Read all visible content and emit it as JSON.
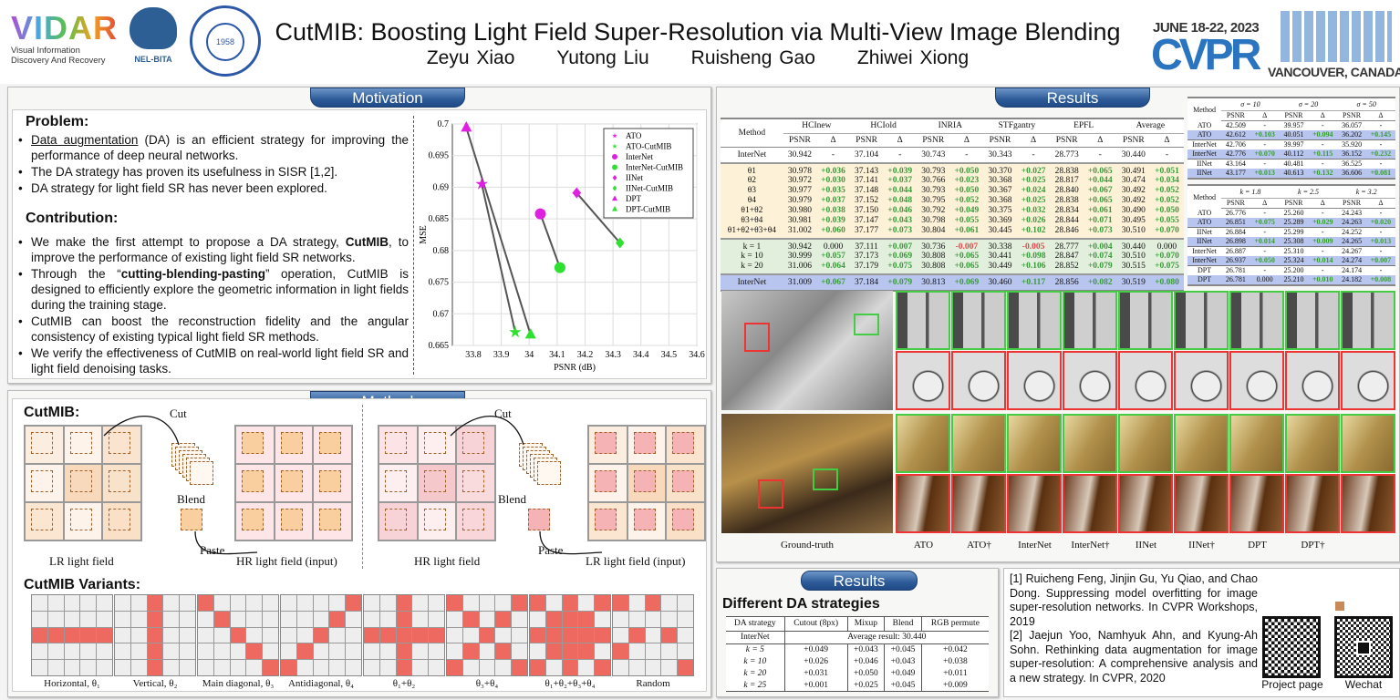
{
  "header": {
    "title": "CutMIB: Boosting Light Field Super-Resolution via Multi-View Image Blending",
    "authors": [
      "Zeyu Xiao",
      "Yutong Liu",
      "Ruisheng Gao",
      "Zhiwei Xiong"
    ],
    "vidar_logo": "VIDAR",
    "vidar_sub1": "Visual Information",
    "vidar_sub2": "Discovery And Recovery",
    "nel_logo": "NEL-BITA",
    "ustc_year": "1958",
    "cvpr_date": "JUNE 18-22, 2023",
    "cvpr_logo": "CVPR",
    "cvpr_place": "VANCOUVER, CANADA"
  },
  "motivation": {
    "banner": "Motivation",
    "problem_title": "Problem:",
    "problem": [
      "Data augmentation (DA) is an efficient strategy for improving the performance of deep neural networks.",
      "The DA strategy has proven its usefulness in SISR [1,2].",
      "DA strategy for light field SR has never been explored."
    ],
    "contribution_title": "Contribution:",
    "contribution": [
      "We make the first attempt to propose a DA strategy, CutMIB, to improve the performance of existing light field SR networks.",
      "Through the “cutting-blending-pasting” operation, CutMIB is designed to efficiently explore the geometric information in light fields during the training stage.",
      "CutMIB can boost the reconstruction fidelity and the angular consistency of existing typical light field SR methods.",
      "We verify the effectiveness of CutMIB on real-world light field SR and light field denoising tasks."
    ]
  },
  "chart_data": {
    "type": "scatter",
    "xlabel": "PSNR (dB)",
    "ylabel": "MSE",
    "xlim": [
      33.725,
      34.6
    ],
    "ylim": [
      0.665,
      0.7
    ],
    "xticks": [
      33.8,
      33.9,
      34,
      34.1,
      34.2,
      34.3,
      34.4,
      34.5,
      34.6
    ],
    "yticks": [
      0.665,
      0.67,
      0.675,
      0.68,
      0.685,
      0.69,
      0.695,
      0.7
    ],
    "grid": true,
    "legend": "top-right",
    "series": [
      {
        "name": "ATO",
        "marker": "star",
        "color": "#e020e0",
        "x": 33.83,
        "y": 0.6905
      },
      {
        "name": "ATO-CutMIB",
        "marker": "star",
        "color": "#30e030",
        "x": 33.95,
        "y": 0.6671
      },
      {
        "name": "InterNet",
        "marker": "circle",
        "color": "#e020e0",
        "x": 34.04,
        "y": 0.6858
      },
      {
        "name": "InterNet-CutMIB",
        "marker": "circle",
        "color": "#30e030",
        "x": 34.11,
        "y": 0.6773
      },
      {
        "name": "IINet",
        "marker": "diamond",
        "color": "#e020e0",
        "x": 34.17,
        "y": 0.6891
      },
      {
        "name": "IINet-CutMIB",
        "marker": "diamond",
        "color": "#30e030",
        "x": 34.325,
        "y": 0.6812
      },
      {
        "name": "DPT",
        "marker": "triangle",
        "color": "#e020e0",
        "x": 33.775,
        "y": 0.6994
      },
      {
        "name": "DPT-CutMIB",
        "marker": "triangle",
        "color": "#30e030",
        "x": 34.005,
        "y": 0.6667
      }
    ],
    "links": [
      [
        0,
        1
      ],
      [
        2,
        3
      ],
      [
        4,
        5
      ],
      [
        6,
        7
      ]
    ]
  },
  "method": {
    "banner": "Method",
    "cutmib_title": "CutMIB:",
    "cut": "Cut",
    "blend": "Blend",
    "paste": "Paste",
    "lr_label": "LR light field",
    "hr_input_label": "HR light field (input)",
    "hr_label": "HR light field",
    "lr_input_label": "LR light field (input)",
    "variants_title": "CutMIB Variants:",
    "variants": [
      {
        "label": "Horizontal, θ₁",
        "cells": [
          10,
          11,
          12,
          13,
          14
        ]
      },
      {
        "label": "Vertical, θ₂",
        "cells": [
          2,
          7,
          12,
          17,
          22
        ]
      },
      {
        "label": "Main diagonal, θ₃",
        "cells": [
          0,
          6,
          12,
          18,
          24
        ]
      },
      {
        "label": "Antidiagonal, θ₄",
        "cells": [
          4,
          8,
          12,
          16,
          20
        ]
      },
      {
        "label": "θ₁+θ₂",
        "cells": [
          2,
          7,
          10,
          11,
          12,
          13,
          14,
          17,
          22
        ]
      },
      {
        "label": "θ₃+θ₄",
        "cells": [
          0,
          4,
          6,
          8,
          12,
          16,
          18,
          20,
          24
        ]
      },
      {
        "label": "θ₁+θ₂+θ₃+θ₄",
        "cells": [
          0,
          2,
          4,
          6,
          7,
          8,
          10,
          11,
          12,
          13,
          14,
          16,
          17,
          18,
          20,
          22,
          24
        ]
      },
      {
        "label": "Random",
        "cells": [
          0,
          2,
          11,
          13,
          15,
          24
        ]
      }
    ]
  },
  "results": {
    "banner": "Results",
    "main_table": {
      "method_header": "Method",
      "datasets": [
        "HCInew",
        "HCIold",
        "INRIA",
        "STFgantry",
        "EPFL",
        "Average"
      ],
      "sub": [
        "PSNR",
        "Δ"
      ],
      "groups": [
        {
          "bg": "#ffffff",
          "rows": [
            [
              "InterNet",
              "30.942",
              "-",
              "37.104",
              "-",
              "30.743",
              "-",
              "30.343",
              "-",
              "28.773",
              "-",
              "30.440",
              "-"
            ]
          ]
        },
        {
          "bg": "#fdf1d8",
          "rows": [
            [
              "θ1",
              "30.978",
              "+0.036",
              "37.143",
              "+0.039",
              "30.793",
              "+0.050",
              "30.370",
              "+0.027",
              "28.838",
              "+0.065",
              "30.491",
              "+0.051"
            ],
            [
              "θ2",
              "30.972",
              "+0.030",
              "37.141",
              "+0.037",
              "30.766",
              "+0.023",
              "30.368",
              "+0.025",
              "28.817",
              "+0.044",
              "30.474",
              "+0.034"
            ],
            [
              "θ3",
              "30.977",
              "+0.035",
              "37.148",
              "+0.044",
              "30.793",
              "+0.050",
              "30.367",
              "+0.024",
              "28.840",
              "+0.067",
              "30.492",
              "+0.052"
            ],
            [
              "θ4",
              "30.979",
              "+0.037",
              "37.152",
              "+0.048",
              "30.795",
              "+0.052",
              "30.368",
              "+0.025",
              "28.838",
              "+0.065",
              "30.492",
              "+0.052"
            ],
            [
              "θ1+θ2",
              "30.980",
              "+0.038",
              "37.150",
              "+0.046",
              "30.792",
              "+0.049",
              "30.375",
              "+0.032",
              "28.834",
              "+0.061",
              "30.490",
              "+0.050"
            ],
            [
              "θ3+θ4",
              "30.981",
              "+0.039",
              "37.147",
              "+0.043",
              "30.798",
              "+0.055",
              "30.369",
              "+0.026",
              "28.844",
              "+0.071",
              "30.495",
              "+0.055"
            ],
            [
              "θ1+θ2+θ3+θ4",
              "31.002",
              "+0.060",
              "37.177",
              "+0.073",
              "30.804",
              "+0.061",
              "30.445",
              "+0.102",
              "28.846",
              "+0.073",
              "30.510",
              "+0.070"
            ]
          ]
        },
        {
          "bg": "#e2efdc",
          "rows": [
            [
              "k = 1",
              "30.942",
              "0.000",
              "37.111",
              "+0.007",
              "30.736",
              "-0.007",
              "30.338",
              "-0.005",
              "28.777",
              "+0.004",
              "30.440",
              "0.000"
            ],
            [
              "k = 10",
              "30.999",
              "+0.057",
              "37.173",
              "+0.069",
              "30.808",
              "+0.065",
              "30.441",
              "+0.098",
              "28.847",
              "+0.074",
              "30.510",
              "+0.070"
            ],
            [
              "k = 20",
              "31.006",
              "+0.064",
              "37.179",
              "+0.075",
              "30.808",
              "+0.065",
              "30.449",
              "+0.106",
              "28.852",
              "+0.079",
              "30.515",
              "+0.075"
            ]
          ]
        },
        {
          "bg": "#b8c5ef",
          "rows": [
            [
              "InterNet",
              "31.009",
              "+0.067",
              "37.184",
              "+0.079",
              "30.813",
              "+0.069",
              "30.460",
              "+0.117",
              "28.856",
              "+0.082",
              "30.519",
              "+0.080"
            ]
          ]
        }
      ]
    },
    "denoise_table": {
      "method_header": "Method",
      "cols": [
        "σ = 10",
        "σ = 20",
        "σ = 50"
      ],
      "sub": [
        "PSNR",
        "Δ"
      ],
      "pairs": [
        [
          [
            "ATO",
            "42.509",
            "-",
            "39.957",
            "-",
            "36.057",
            "-"
          ],
          [
            "ATO",
            "42.612",
            "+0.103",
            "40.051",
            "+0.094",
            "36.202",
            "+0.145"
          ]
        ],
        [
          [
            "InterNet",
            "42.706",
            "-",
            "39.997",
            "-",
            "35.920",
            "-"
          ],
          [
            "InterNet",
            "42.776",
            "+0.070",
            "40.112",
            "+0.115",
            "36.152",
            "+0.232"
          ]
        ],
        [
          [
            "IINet",
            "43.164",
            "-",
            "40.481",
            "-",
            "36.525",
            "-"
          ],
          [
            "IINet",
            "43.177",
            "+0.013",
            "40.613",
            "+0.132",
            "36.606",
            "+0.081"
          ]
        ]
      ]
    },
    "realworld_table": {
      "method_header": "Method",
      "cols": [
        "k = 1.8",
        "k = 2.5",
        "k = 3.2"
      ],
      "sub": [
        "PSNR",
        "Δ"
      ],
      "pairs": [
        [
          [
            "ATO",
            "26.776",
            "-",
            "25.260",
            "-",
            "24.243",
            "-"
          ],
          [
            "ATO",
            "26.851",
            "+0.075",
            "25.289",
            "+0.029",
            "24.263",
            "+0.020"
          ]
        ],
        [
          [
            "IINet",
            "26.884",
            "-",
            "25.299",
            "-",
            "24.252",
            "-"
          ],
          [
            "IINet",
            "26.898",
            "+0.014",
            "25.308",
            "+0.009",
            "24.265",
            "+0.013"
          ]
        ],
        [
          [
            "InterNet",
            "26.887",
            "-",
            "25.310",
            "-",
            "24.267",
            "-"
          ],
          [
            "InterNet",
            "26.937",
            "+0.050",
            "25.324",
            "+0.014",
            "24.274",
            "+0.007"
          ]
        ],
        [
          [
            "DPT",
            "26.781",
            "-",
            "25.200",
            "-",
            "24.174",
            "-"
          ],
          [
            "DPT",
            "26.781",
            "0.000",
            "25.210",
            "+0.010",
            "24.182",
            "+0.008"
          ]
        ]
      ]
    },
    "visual_labels": [
      "Ground-truth",
      "ATO",
      "ATO†",
      "InterNet",
      "InterNet†",
      "IINet",
      "IINet†",
      "DPT",
      "DPT†"
    ]
  },
  "results2": {
    "banner": "Results",
    "title": "Different DA strategies",
    "headers": [
      "DA strategy",
      "Cutout (8px)",
      "Mixup",
      "Blend",
      "RGB permute"
    ],
    "baseline": [
      "InterNet",
      "Average result: 30.440"
    ],
    "rows": [
      [
        "k = 5",
        "+0.049",
        "+0.043",
        "+0.045",
        "+0.042"
      ],
      [
        "k = 10",
        "+0.026",
        "+0.046",
        "+0.043",
        "+0.038"
      ],
      [
        "k = 20",
        "+0.031",
        "+0.050",
        "+0.049",
        "+0.011"
      ],
      [
        "k = 25",
        "+0.001",
        "+0.025",
        "+0.045",
        "+0.009"
      ]
    ]
  },
  "references": [
    "[1] Ruicheng Feng, Jinjin Gu, Yu Qiao, and Chao Dong. Suppressing model overfitting for image super-resolution networks. In CVPR Workshops, 2019",
    "[2] Jaejun Yoo, Namhyuk Ahn, and Kyung-Ah Sohn. Rethinking data augmentation for image super-resolution: A comprehensive analysis and a new strategy. In CVPR, 2020"
  ],
  "qr": {
    "project_label": "Project page",
    "wechat_label": "Wechat"
  }
}
